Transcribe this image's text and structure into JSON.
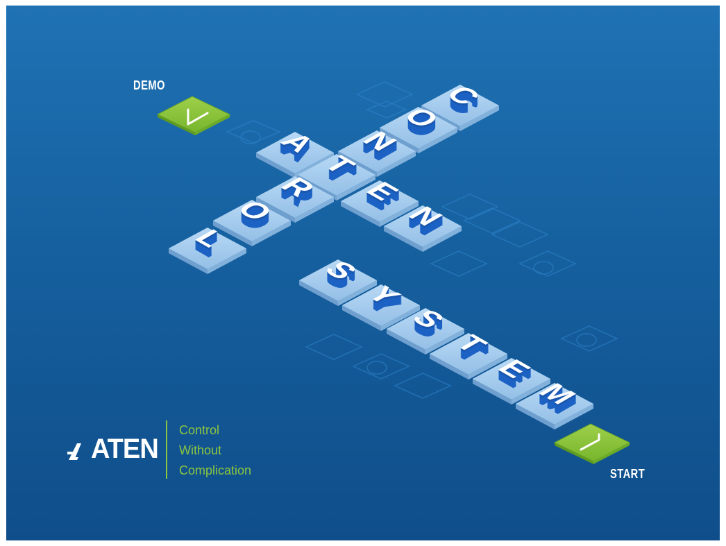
{
  "demo_button": {
    "label": "DEMO"
  },
  "start_button": {
    "label": "START"
  },
  "logo": {
    "brand": "ATEN"
  },
  "tagline": [
    "Control",
    "Without",
    "Complication"
  ],
  "puzzle_words": [
    {
      "word": "CONTROL",
      "letters": [
        "C",
        "O",
        "N",
        "T",
        "R",
        "O",
        "L"
      ]
    },
    {
      "word": "ATEN",
      "letters": [
        "A",
        "T",
        "E",
        "N"
      ]
    },
    {
      "word": "SYSTEM",
      "letters": [
        "S",
        "Y",
        "S",
        "T",
        "E",
        "M"
      ]
    }
  ],
  "colors": {
    "background_top": "#1f72b4",
    "background_bottom": "#0f4e8a",
    "tile": "#a9cdef",
    "letter_front": "#1c62c4",
    "letter_top": "#ffffff",
    "button": "#8cc63f",
    "tagline": "#8cc63f"
  },
  "icons": [
    "checkmark-icon",
    "aten-logo-icon"
  ]
}
